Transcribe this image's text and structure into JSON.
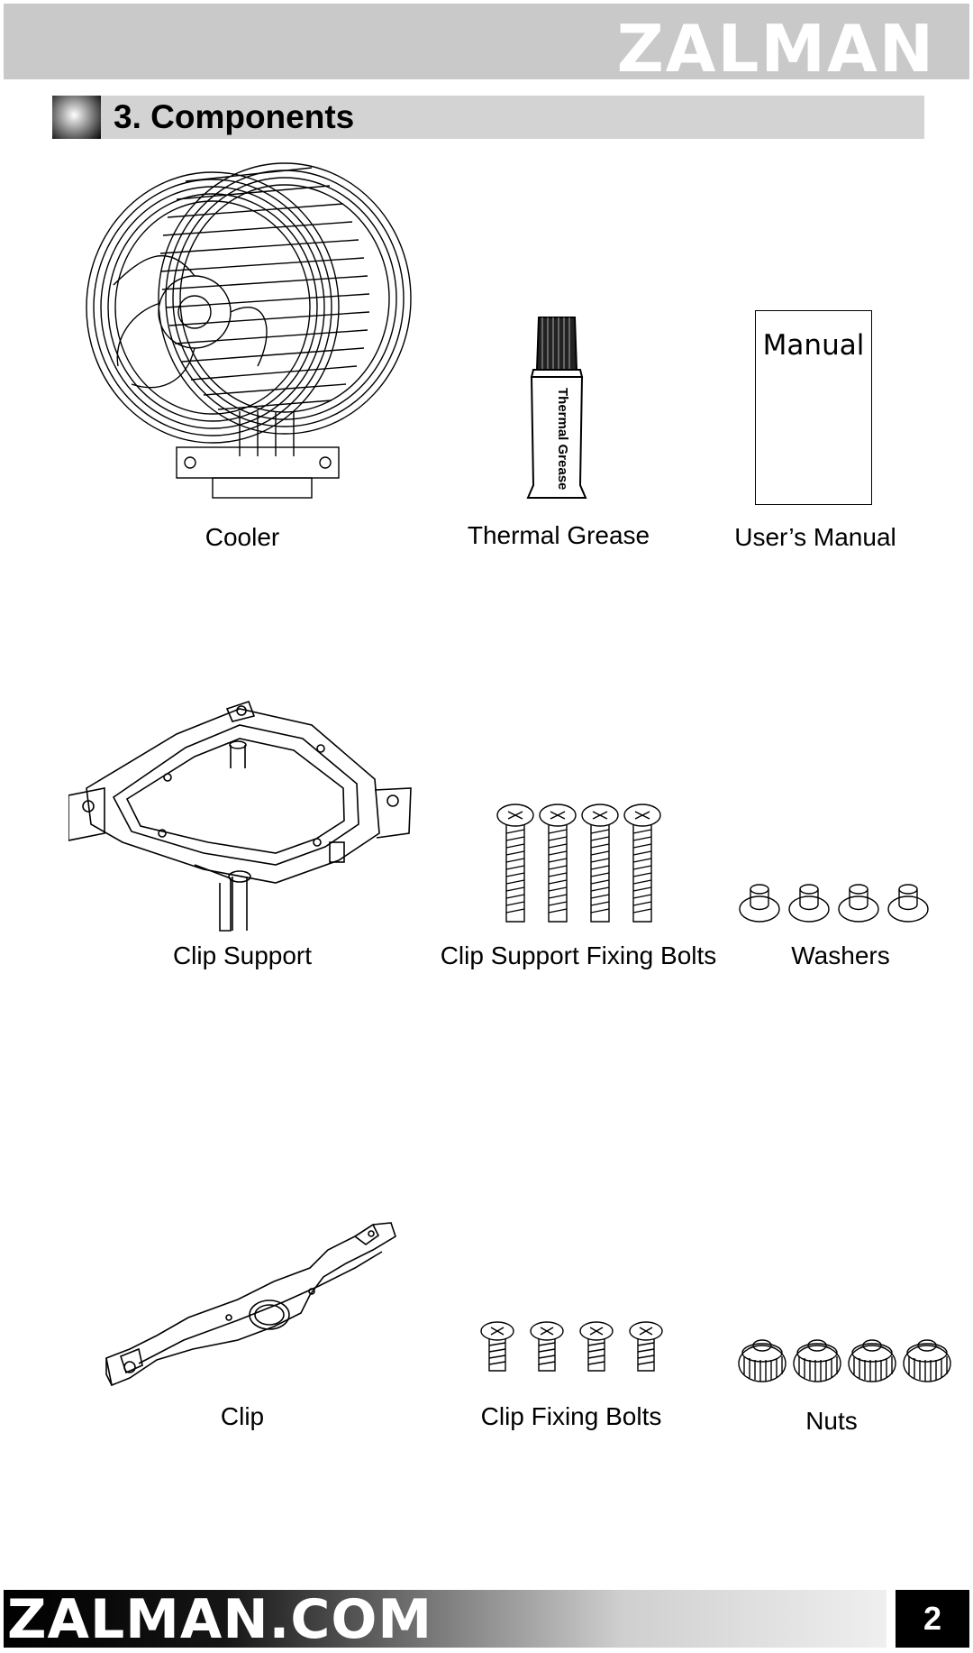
{
  "header": {
    "brand": "ZALMAN"
  },
  "section": {
    "title": "3. Components"
  },
  "components": {
    "cooler": "Cooler",
    "thermal_grease": "Thermal Grease",
    "thermal_grease_tube_label": "Thermal Grease",
    "users_manual": "User’s Manual",
    "manual_cover": "Manual",
    "clip_support": "Clip Support",
    "clip_support_fixing_bolts": "Clip Support Fixing Bolts",
    "washers": "Washers",
    "clip": "Clip",
    "clip_fixing_bolts": "Clip Fixing Bolts",
    "nuts": "Nuts"
  },
  "footer": {
    "url": "ZALMAN.COM",
    "page_number": "2"
  }
}
